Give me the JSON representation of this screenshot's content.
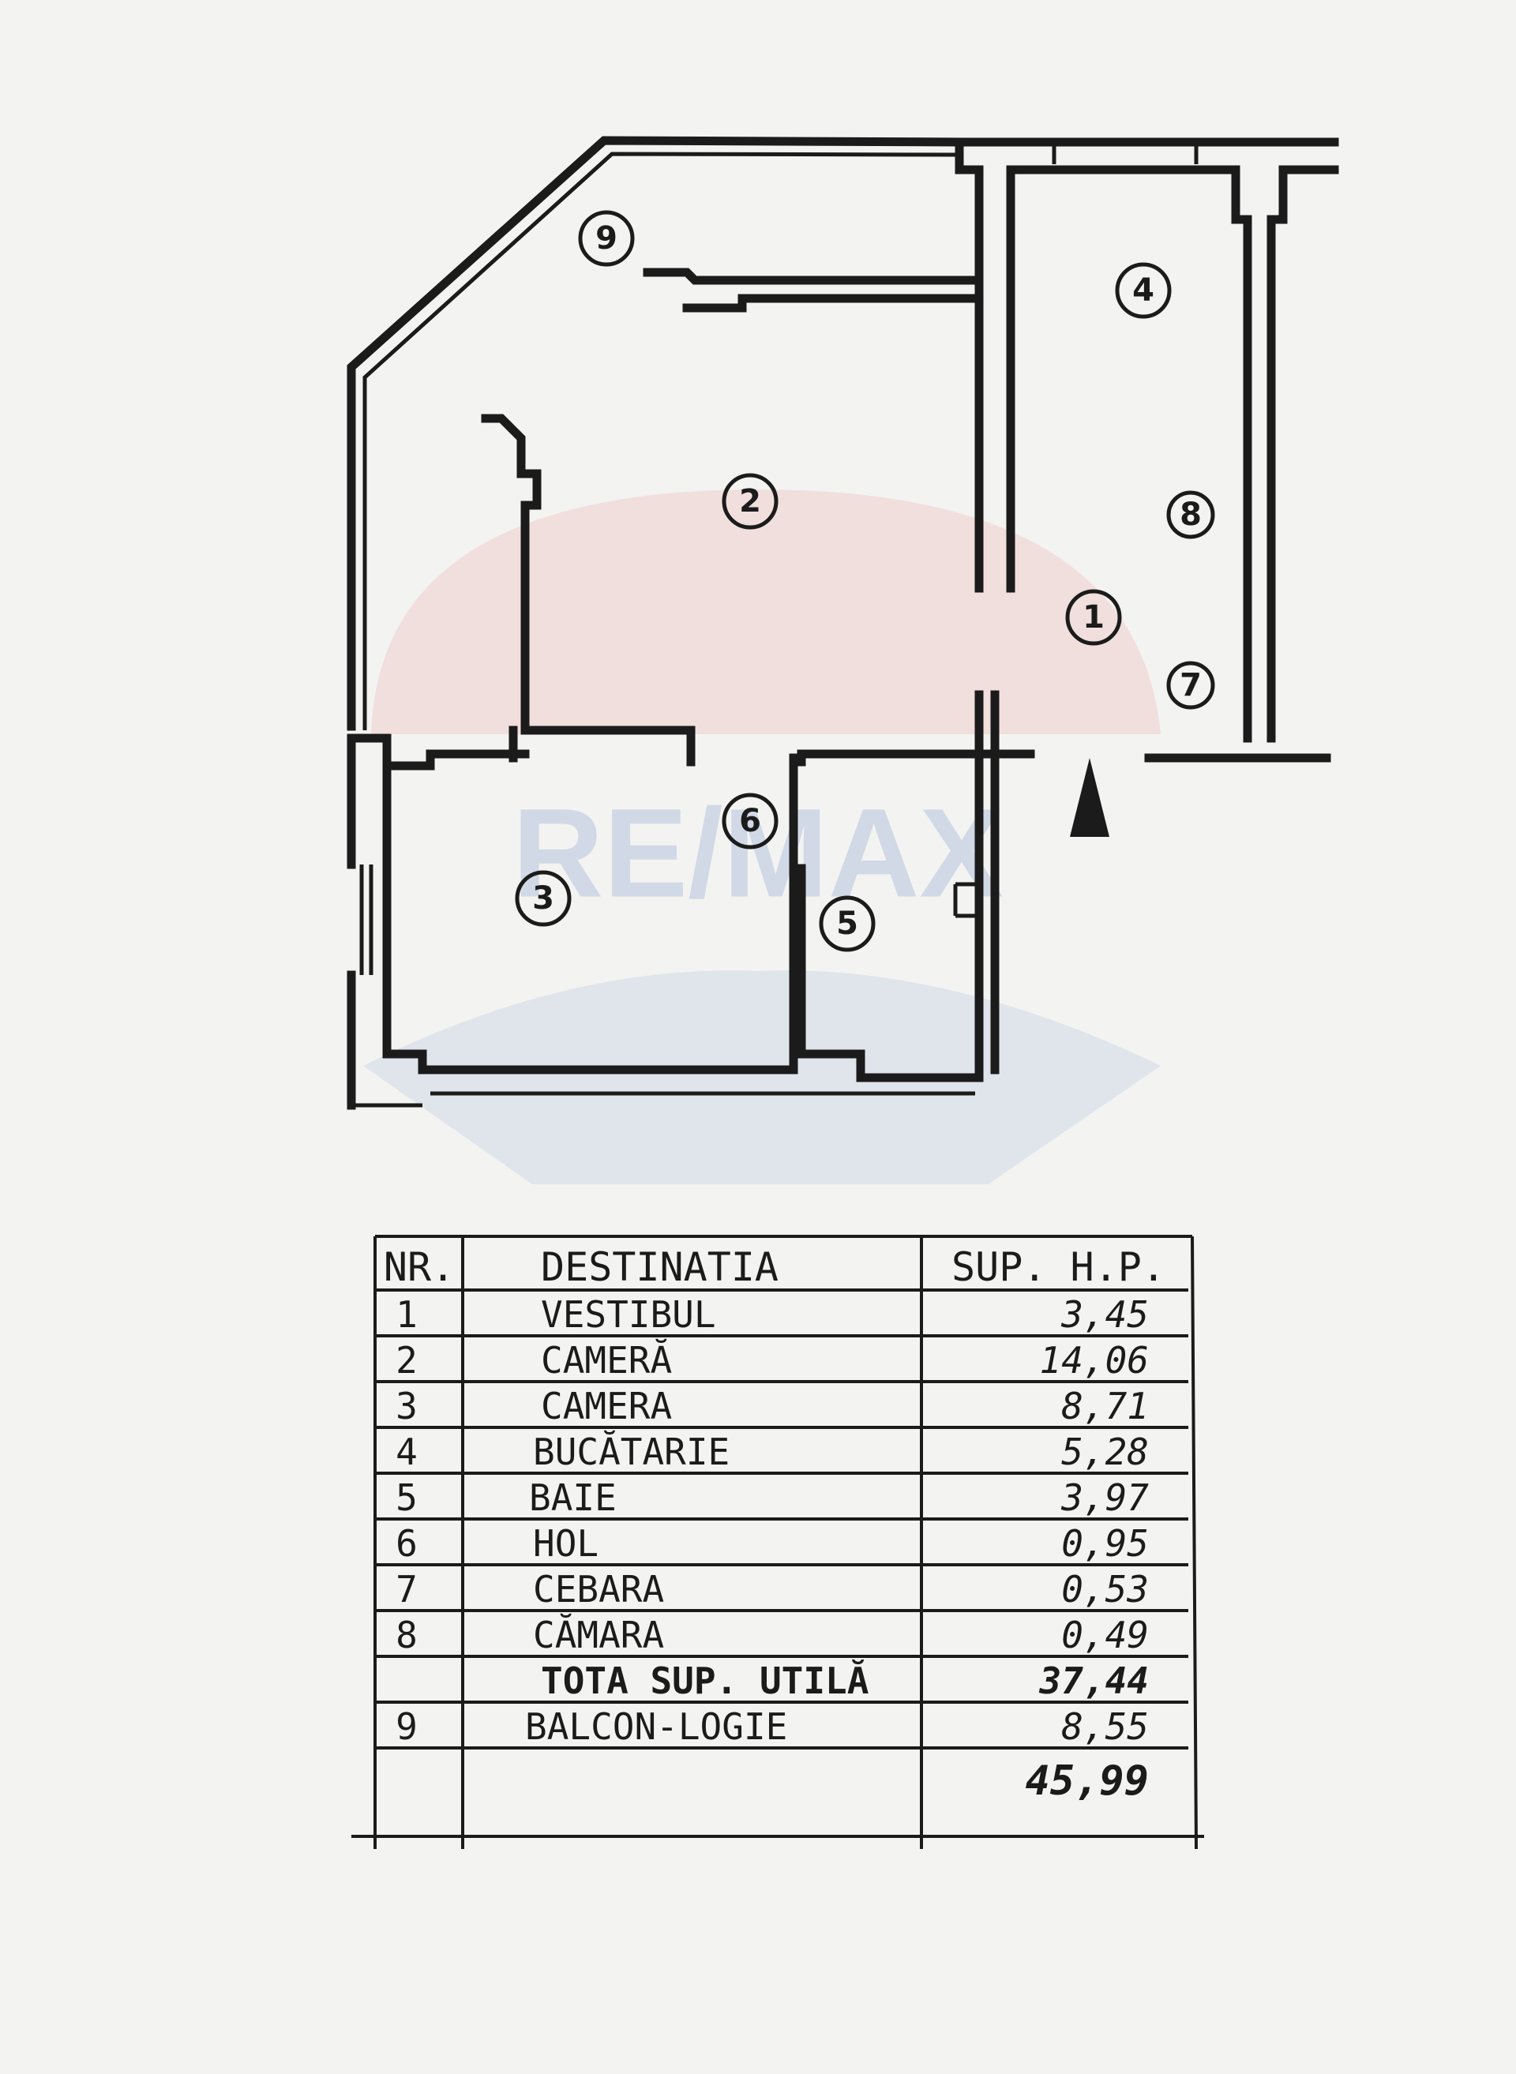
{
  "floor_plan": {
    "room_labels": [
      "1",
      "2",
      "3",
      "4",
      "5",
      "6",
      "7",
      "8",
      "9"
    ],
    "watermark": "RE/MAX",
    "north_arrow_icon": "north-arrow-icon"
  },
  "table": {
    "headers": {
      "nr": "NR.",
      "destination": "DESTINATIA",
      "area": "SUP. H.P."
    },
    "rows": [
      {
        "nr": "1",
        "destination": "VESTIBUL",
        "area": "3,45"
      },
      {
        "nr": "2",
        "destination": "CAMERĂ",
        "area": "14,06"
      },
      {
        "nr": "3",
        "destination": "CAMERA",
        "area": "8,71"
      },
      {
        "nr": "4",
        "destination": "BUCĂTARIE",
        "area": "5,28"
      },
      {
        "nr": "5",
        "destination": "BAIE",
        "area": "3,97"
      },
      {
        "nr": "6",
        "destination": "HOL",
        "area": "0,95"
      },
      {
        "nr": "7",
        "destination": "CEBARA",
        "area": "0,53"
      },
      {
        "nr": "8",
        "destination": "CĂMARA",
        "area": "0,49"
      }
    ],
    "total_useful": {
      "label": "TOTA SUP. UTILĂ",
      "area": "37,44"
    },
    "balcony": {
      "nr": "9",
      "destination": "BALCON-LOGIE",
      "area": "8,55"
    },
    "grand_total": "45,99"
  }
}
